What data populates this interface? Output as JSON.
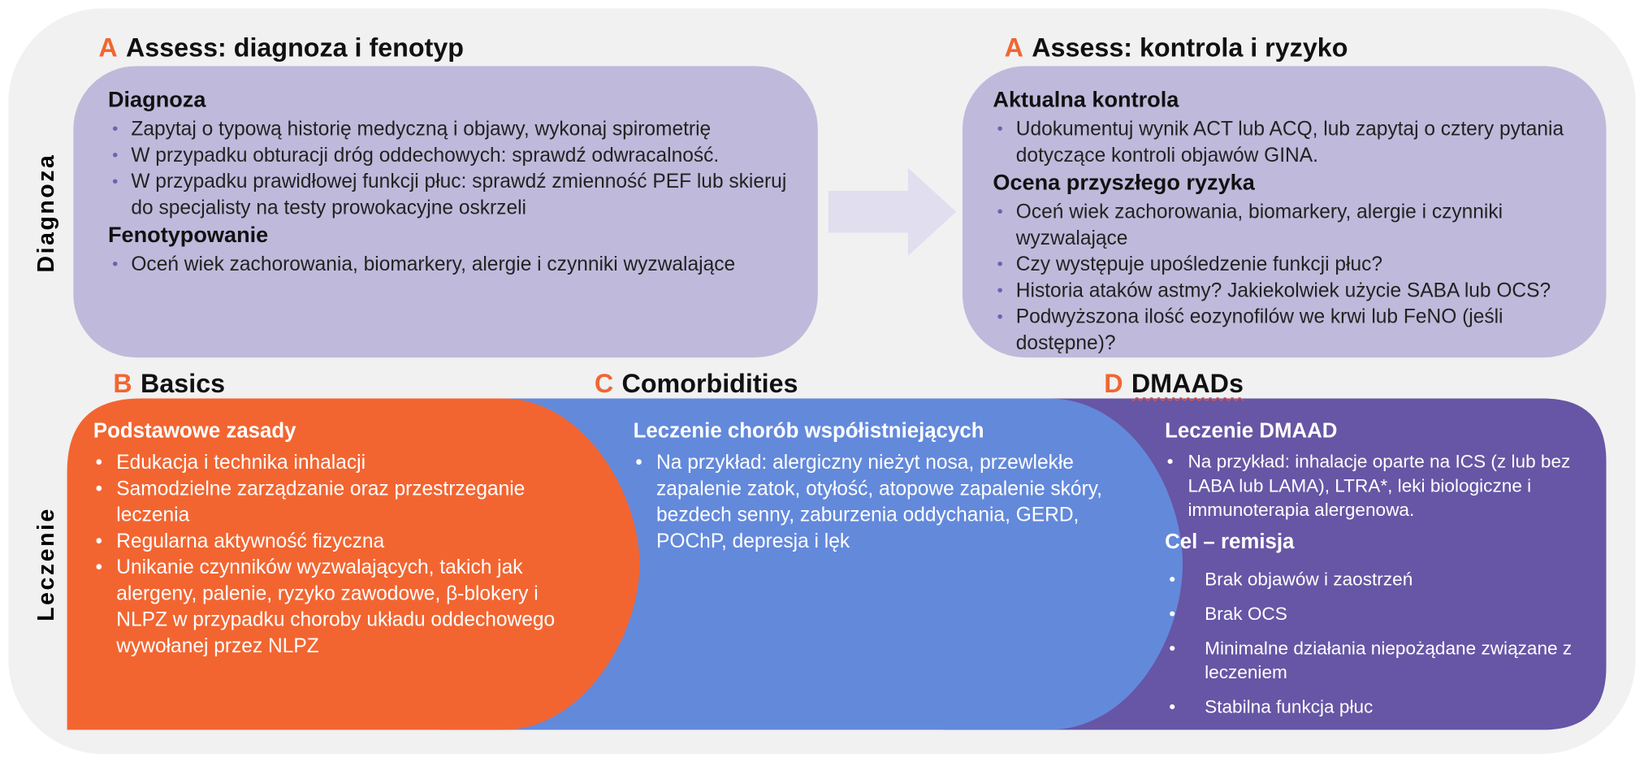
{
  "row_labels": {
    "top": "Diagnoza",
    "bottom": "Leczenie"
  },
  "assess_diagnosis": {
    "letter": "A",
    "title": "Assess: diagnoza i fenotyp",
    "diagnosis_heading": "Diagnoza",
    "diagnosis_items": [
      "Zapytaj o typową historię medyczną i objawy, wykonaj spirometrię",
      "W przypadku obturacji dróg oddechowych: sprawdź odwracalność.",
      "W przypadku prawidłowej funkcji płuc: sprawdź zmienność PEF lub skieruj do specjalisty na testy prowokacyjne oskrzeli"
    ],
    "phenotyping_heading": "Fenotypowanie",
    "phenotyping_items": [
      "Oceń wiek zachorowania, biomarkery, alergie i czynniki wyzwalające"
    ]
  },
  "assess_control": {
    "letter": "A",
    "title": "Assess: kontrola i ryzyko",
    "control_heading": "Aktualna kontrola",
    "control_items": [
      "Udokumentuj wynik ACT lub ACQ, lub zapytaj o cztery pytania dotyczące kontroli objawów GINA."
    ],
    "risk_heading": "Ocena przyszłego ryzyka",
    "risk_items": [
      "Oceń wiek zachorowania, biomarkery, alergie i czynniki wyzwalające",
      "Czy występuje upośledzenie funkcji płuc?",
      "Historia ataków astmy? Jakiekolwiek użycie SABA lub OCS?",
      "Podwyższona ilość eozynofilów we krwi lub FeNO (jeśli dostępne)?"
    ]
  },
  "basics": {
    "letter": "B",
    "title": "Basics",
    "heading": "Podstawowe zasady",
    "items": [
      "Edukacja i technika inhalacji",
      "Samodzielne zarządzanie oraz przestrzeganie leczenia",
      "Regularna aktywność fizyczna",
      "Unikanie czynników wyzwalających, takich jak alergeny, palenie, ryzyko zawodowe, β-blokery i NLPZ w przypadku choroby układu oddechowego wywołanej przez NLPZ"
    ]
  },
  "comorbidities": {
    "letter": "C",
    "title": "Comorbidities",
    "heading": "Leczenie chorób współistniejących",
    "items": [
      "Na przykład: alergiczny nieżyt nosa, przewlekłe zapalenie zatok, otyłość, atopowe zapalenie skóry, bezdech senny, zaburzenia oddychania, GERD, POChP, depresja i lęk"
    ]
  },
  "dmaads": {
    "letter": "D",
    "title": "DMAADs",
    "heading": "Leczenie DMAAD",
    "items": [
      "Na przykład: inhalacje oparte na ICS (z lub bez LABA lub LAMA), LTRA*, leki biologiczne i immunoterapia alergenowa."
    ],
    "goal_heading": "Cel – remisja",
    "goal_items": [
      "Brak objawów i zaostrzeń",
      "Brak OCS",
      "Minimalne działania niepożądane związane z leczeniem",
      "Stabilna funkcja płuc"
    ]
  },
  "colors": {
    "background": "#f1f1f1",
    "assess_panel": "#bfbadb",
    "accent_letter": "#f26531",
    "basics": "#f26531",
    "comorbidities": "#6389db",
    "dmaads": "#6656a5",
    "arrow": "#e1def0"
  }
}
